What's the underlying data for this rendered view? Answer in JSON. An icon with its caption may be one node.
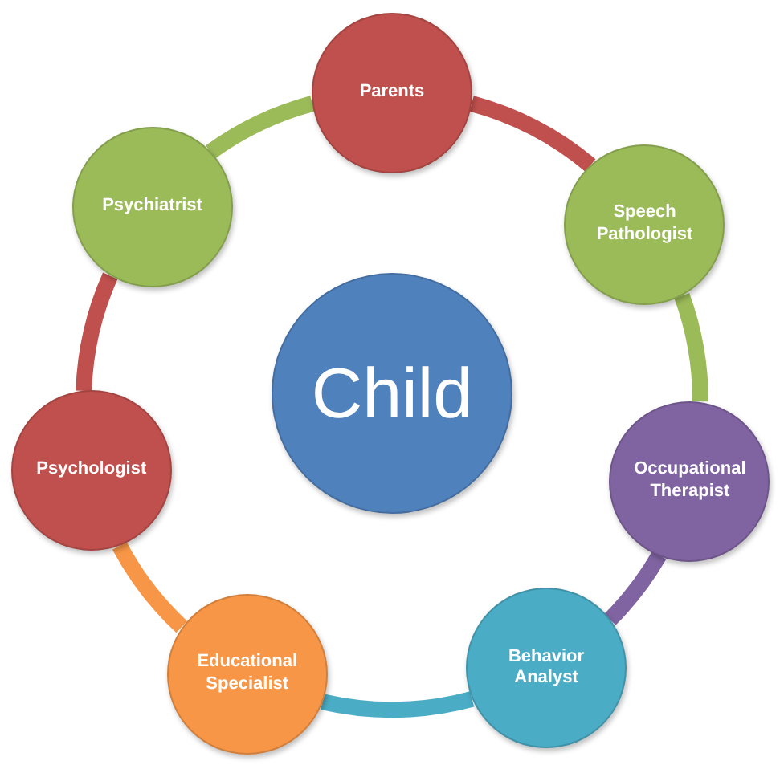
{
  "diagram": {
    "nodes": [
      {
        "text": [
          "Parents"
        ]
      },
      {
        "text": [
          "Speech Pathologist"
        ]
      },
      {
        "text": [
          "Occupational Therapist"
        ]
      },
      {
        "text": [
          "Behavior Analyst"
        ]
      },
      {
        "text": [
          "Educational Specialist"
        ]
      },
      {
        "text": [
          "Psychologist"
        ]
      },
      {
        "text": [
          "Psychiatrist"
        ]
      },
      {
        "text": [
          "Child"
        ]
      }
    ],
    "edges": [
      {
        "from": 0,
        "to": 1,
        "arrow": "none",
        "color": "#c0504d"
      },
      {
        "from": 1,
        "to": 2,
        "arrow": "none",
        "color": "#9bbb59"
      },
      {
        "from": 2,
        "to": 3,
        "arrow": "none",
        "color": "#8064a2"
      },
      {
        "from": 3,
        "to": 4,
        "arrow": "none",
        "color": "#4bacc6"
      },
      {
        "from": 4,
        "to": 5,
        "arrow": "none",
        "color": "#f79646"
      },
      {
        "from": 5,
        "to": 6,
        "arrow": "none",
        "color": "#c0504d"
      },
      {
        "from": 6,
        "to": 0,
        "arrow": "none",
        "color": "#9bbb59"
      }
    ]
  }
}
